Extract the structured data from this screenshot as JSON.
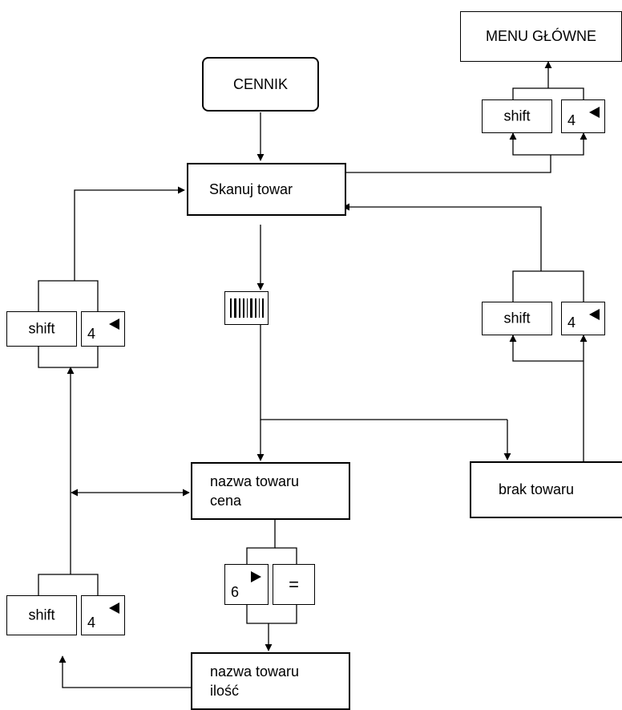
{
  "nodes": {
    "menu_glowne": "MENU GŁÓWNE",
    "cennik": "CENNIK",
    "skanuj_towar": "Skanuj towar",
    "nazwa_cena": {
      "line1": "nazwa towaru",
      "line2": "cena"
    },
    "brak_towaru": "brak towaru",
    "nazwa_ilosc": {
      "line1": "nazwa towaru",
      "line2": "ilość"
    }
  },
  "keys": {
    "shift": "shift",
    "four": "4",
    "six": "6",
    "equals": "="
  },
  "icons": {
    "barcode": "barcode-icon",
    "left_triangle": "left-triangle-icon",
    "right_triangle": "right-triangle-icon"
  },
  "colors": {
    "line": "#000000",
    "background": "#ffffff"
  }
}
